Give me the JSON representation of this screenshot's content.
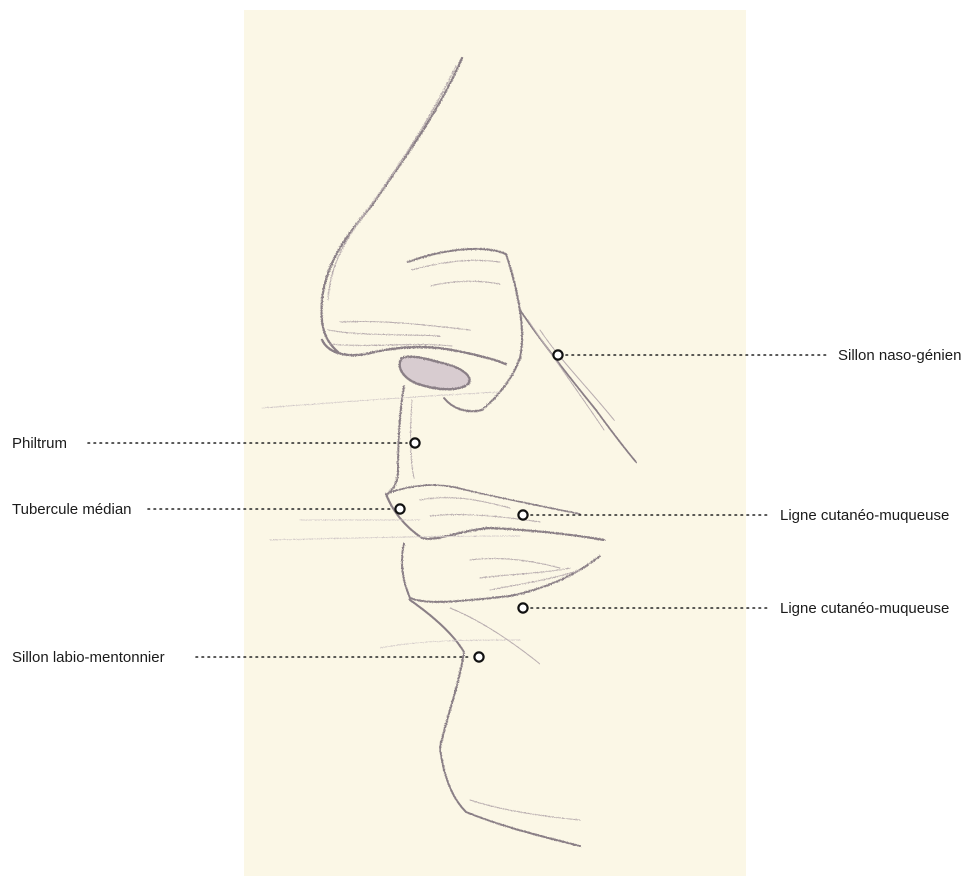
{
  "colors": {
    "paper": "#fbf7e6",
    "sketch": "#8a7f86",
    "sketch_light": "#b9aeb0",
    "leader": "#222222",
    "label_text": "#1a1a1a"
  },
  "annotations": [
    {
      "id": "sillon-naso-genien",
      "label": "Sillon naso-génien"
    },
    {
      "id": "philtrum",
      "label": "Philtrum"
    },
    {
      "id": "tubercule-median",
      "label": "Tubercule médian"
    },
    {
      "id": "ligne-cutaneo-muqueuse-sup",
      "label": "Ligne cutanéo-muqueuse"
    },
    {
      "id": "ligne-cutaneo-muqueuse-inf",
      "label": "Ligne cutanéo-muqueuse"
    },
    {
      "id": "sillon-labio-mentonnier",
      "label": "Sillon labio-mentonnier"
    }
  ]
}
